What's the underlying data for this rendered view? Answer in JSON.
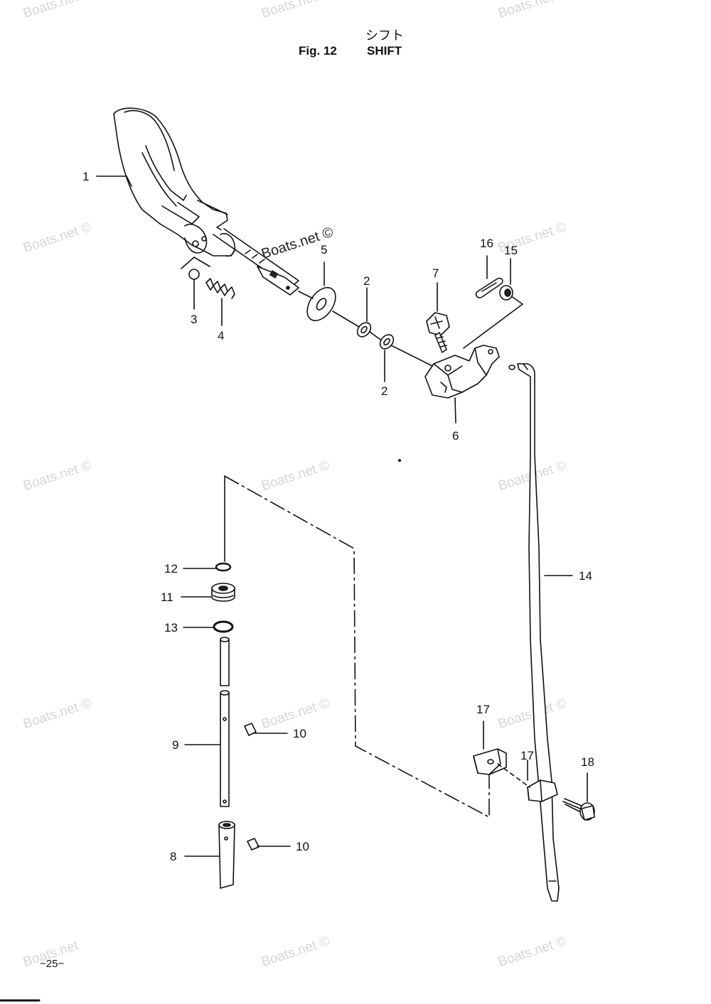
{
  "header": {
    "title_jp": "シフト",
    "figure": "Fig. 12",
    "title": "SHIFT"
  },
  "watermark": {
    "text": "Boats.net ©",
    "text_no_symbol": "Boats.net"
  },
  "callouts": [
    {
      "id": "c1",
      "label": "1"
    },
    {
      "id": "c2a",
      "label": "2"
    },
    {
      "id": "c2b",
      "label": "2"
    },
    {
      "id": "c3",
      "label": "3"
    },
    {
      "id": "c4",
      "label": "4"
    },
    {
      "id": "c5",
      "label": "5"
    },
    {
      "id": "c6",
      "label": "6"
    },
    {
      "id": "c7",
      "label": "7"
    },
    {
      "id": "c8",
      "label": "8"
    },
    {
      "id": "c9",
      "label": "9"
    },
    {
      "id": "c10a",
      "label": "10"
    },
    {
      "id": "c10b",
      "label": "10"
    },
    {
      "id": "c11",
      "label": "11"
    },
    {
      "id": "c12",
      "label": "12"
    },
    {
      "id": "c13",
      "label": "13"
    },
    {
      "id": "c14",
      "label": "14"
    },
    {
      "id": "c15",
      "label": "15"
    },
    {
      "id": "c16",
      "label": "16"
    },
    {
      "id": "c17a",
      "label": "17"
    },
    {
      "id": "c17b",
      "label": "17"
    },
    {
      "id": "c18",
      "label": "18"
    }
  ],
  "footer": {
    "page_number": "−25−"
  },
  "colors": {
    "ink": "#111111",
    "watermark": "#d6d6d6",
    "background": "#ffffff"
  }
}
